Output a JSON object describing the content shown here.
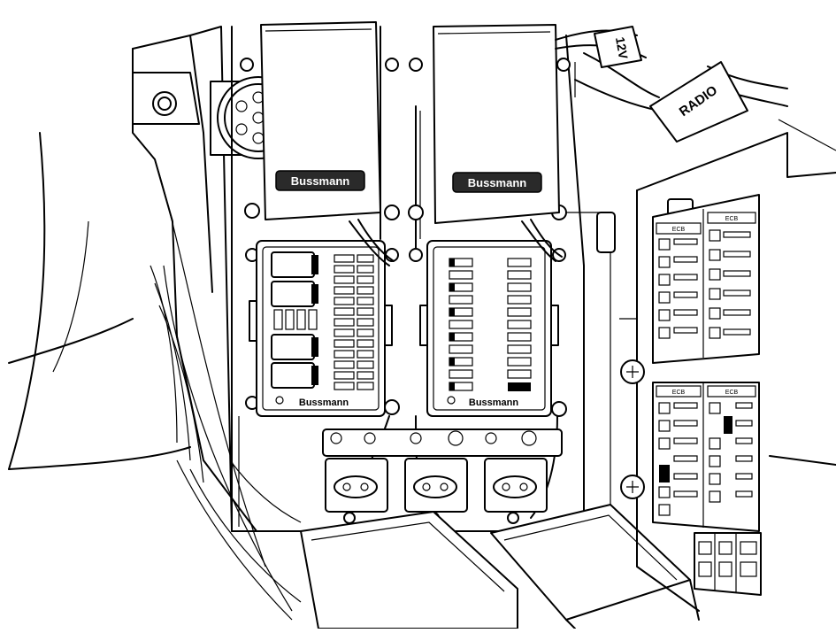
{
  "labels": {
    "brand": "Bussmann",
    "tag_12v": "12V",
    "tag_radio": "RADIO",
    "panel_left_header_a": "ECB",
    "panel_left_header_b": "ECB",
    "panel_right_header_a": "ECB",
    "panel_right_header_b": "ECB"
  }
}
